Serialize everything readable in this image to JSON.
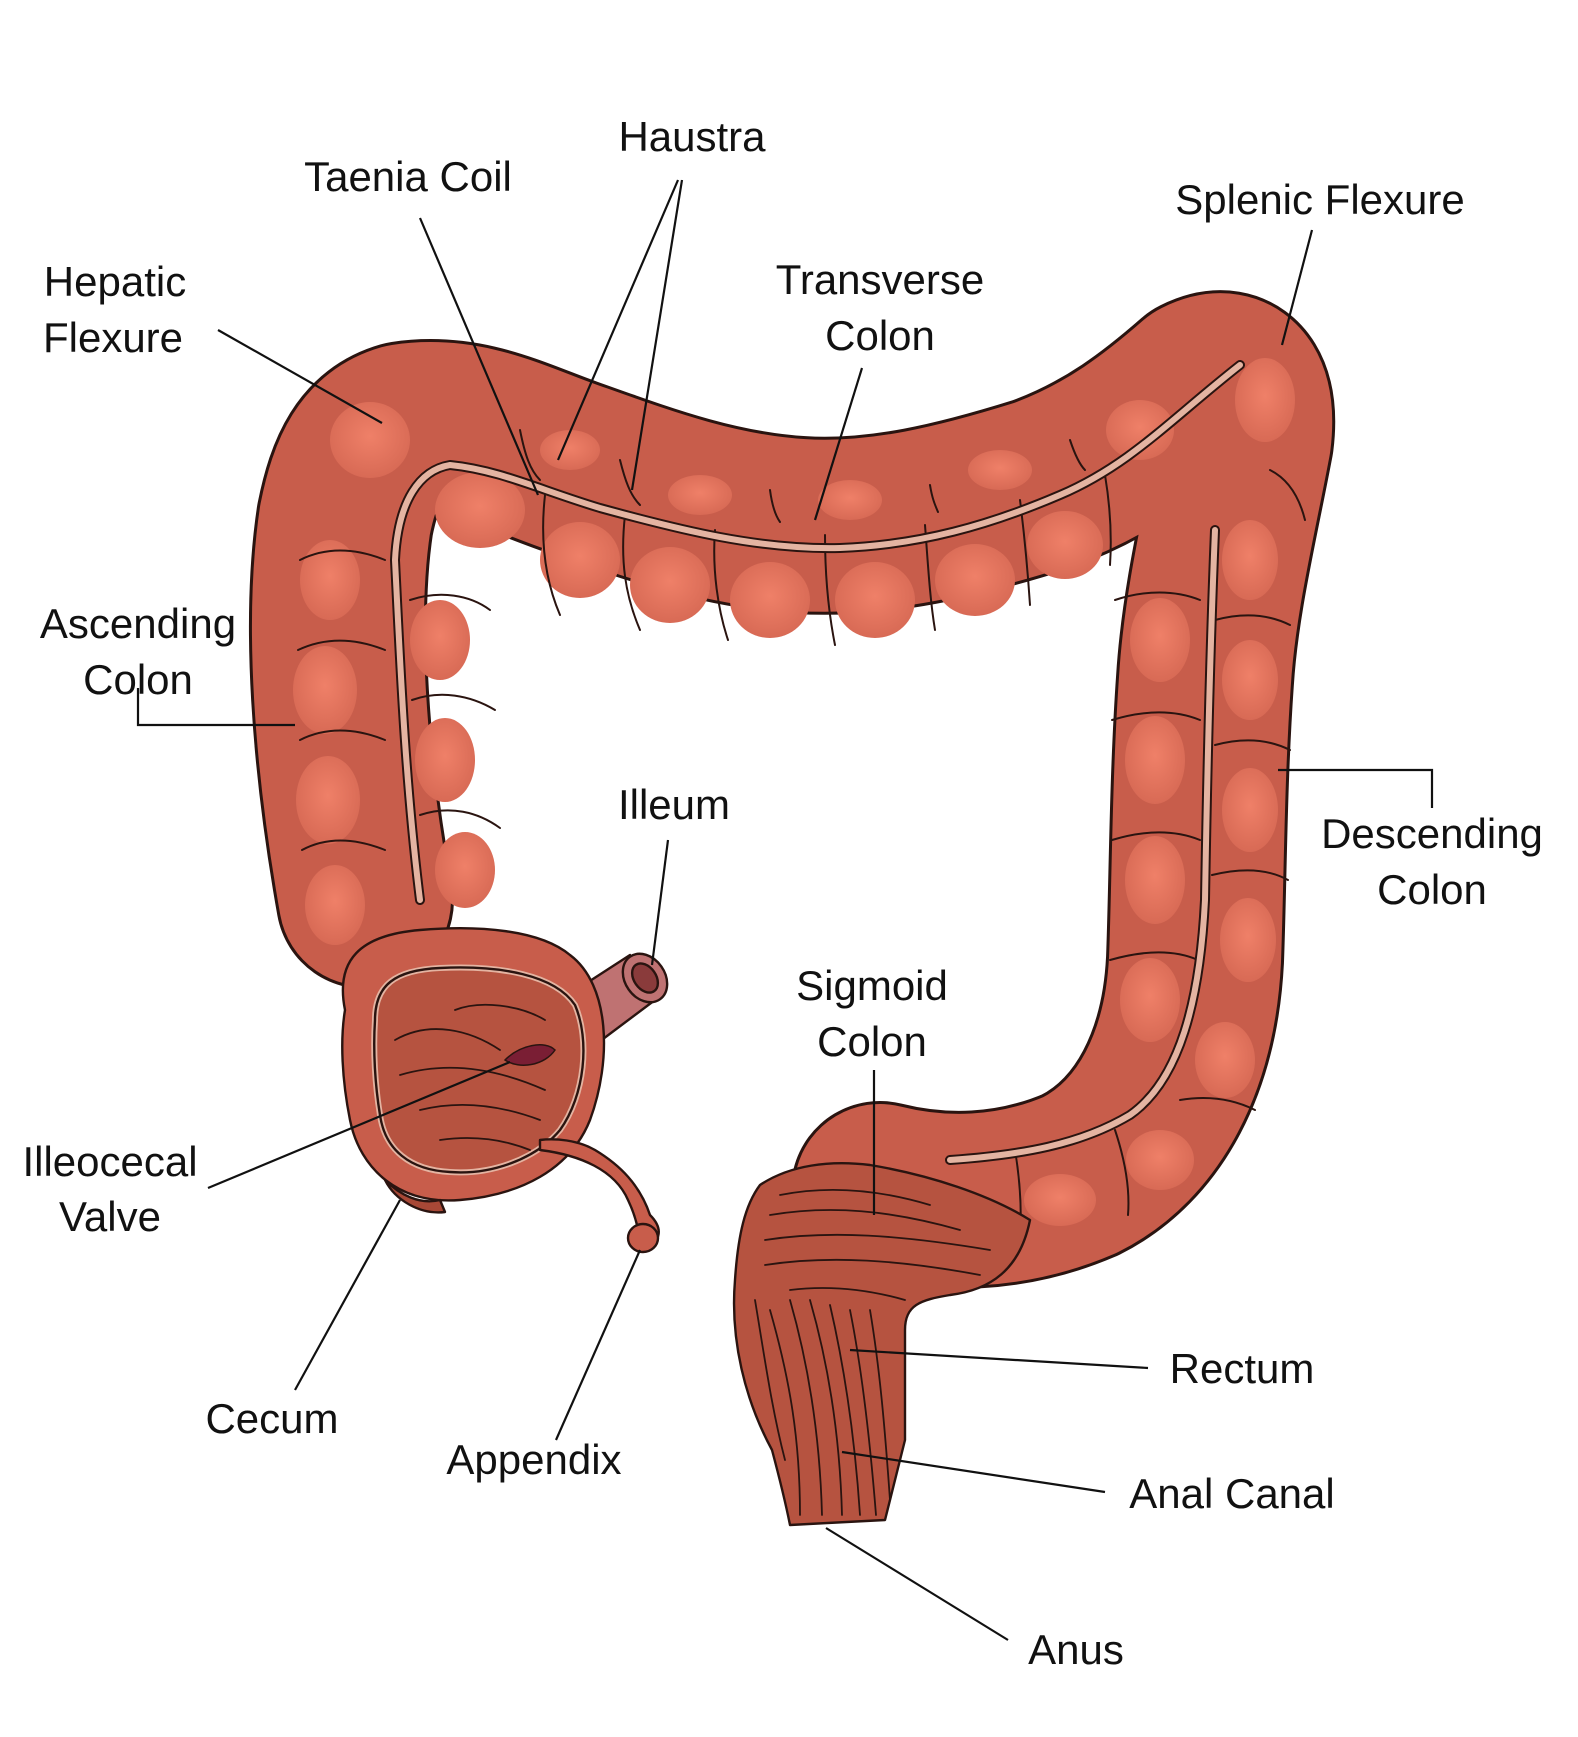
{
  "diagram": {
    "colors": {
      "tissue_fill": "#c85d4b",
      "tissue_highlight": "#ee7e66",
      "outline": "#2a1410",
      "taenia_band": "#e4b4a2",
      "ileum": "#bf7272",
      "rectum": "#b65340"
    },
    "labels": {
      "haustra": "Haustra",
      "taenia_coil": "Taenia Coil",
      "splenic_flexure": "Splenic Flexure",
      "hepatic_flexure_1": "Hepatic",
      "hepatic_flexure_2": "Flexure",
      "transverse_colon_1": "Transverse",
      "transverse_colon_2": "Colon",
      "ascending_colon_1": "Ascending",
      "ascending_colon_2": "Colon",
      "descending_colon_1": "Descending",
      "descending_colon_2": "Colon",
      "illeum": "Illeum",
      "sigmoid_colon_1": "Sigmoid",
      "sigmoid_colon_2": "Colon",
      "illeocecal_valve_1": "Illeocecal",
      "illeocecal_valve_2": "Valve",
      "cecum": "Cecum",
      "appendix": "Appendix",
      "rectum": "Rectum",
      "anal_canal": "Anal Canal",
      "anus": "Anus"
    }
  }
}
